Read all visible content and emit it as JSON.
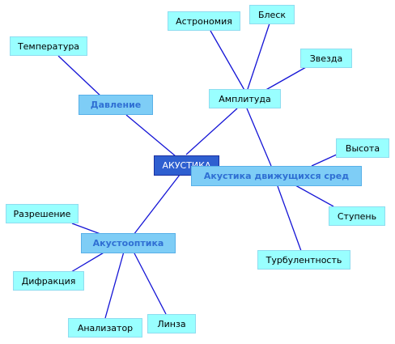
{
  "central": {
    "label": "АКУСТИКА"
  },
  "branches": {
    "pressure": {
      "label": "Давление"
    },
    "amplitude": {
      "label": "Амплитуда"
    },
    "moving": {
      "label": "Акустика движущихся сред"
    },
    "optics": {
      "label": "Акустооптика"
    }
  },
  "leaves": {
    "temperature": {
      "label": "Температура"
    },
    "astronomy": {
      "label": "Астрономия"
    },
    "shine": {
      "label": "Блеск"
    },
    "star": {
      "label": "Звезда"
    },
    "height": {
      "label": "Высота"
    },
    "step": {
      "label": "Ступень"
    },
    "turbulence": {
      "label": "Турбулентность"
    },
    "resolution": {
      "label": "Разрешение"
    },
    "diffraction": {
      "label": "Дифракция"
    },
    "analyzer": {
      "label": "Анализатор"
    },
    "lens": {
      "label": "Линза"
    }
  },
  "colors": {
    "edge": "#1515d6",
    "leaf_fill": "#99ffff",
    "branch_fill": "#7ecdf6",
    "branch_text": "#2f6fd3",
    "central_fill": "#2f5fd0"
  }
}
